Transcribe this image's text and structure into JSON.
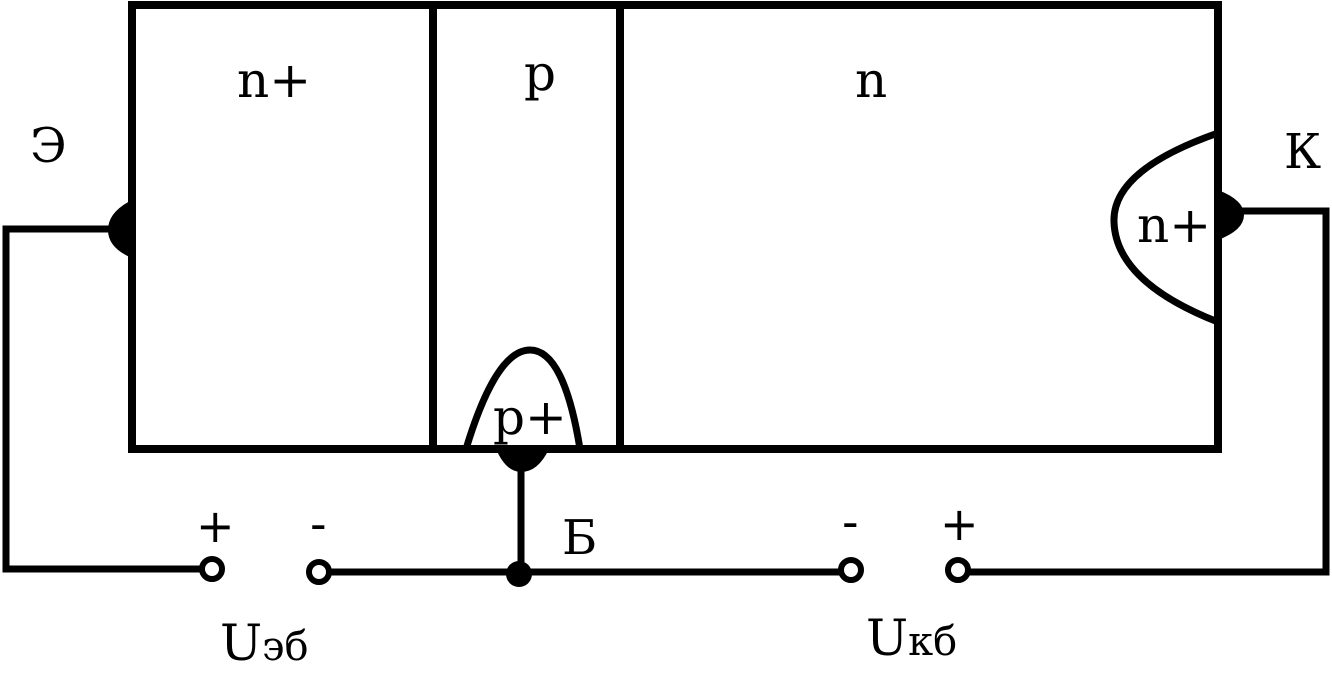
{
  "regions": {
    "emitter_n_plus": "n+",
    "base_p": "p",
    "collector_n": "n",
    "collector_contact_n_plus": "n+",
    "base_contact_p_plus": "p+"
  },
  "terminals": {
    "emitter": "Э",
    "base": "Б",
    "collector": "К"
  },
  "sources": {
    "emitter_base": {
      "plus": "+",
      "minus": "-",
      "label_main": "U",
      "label_sub": "эб"
    },
    "collector_base": {
      "plus": "+",
      "minus": "-",
      "label_main": "U",
      "label_sub": "кб"
    }
  },
  "colors": {
    "stroke": "#000000",
    "background": "#ffffff"
  }
}
